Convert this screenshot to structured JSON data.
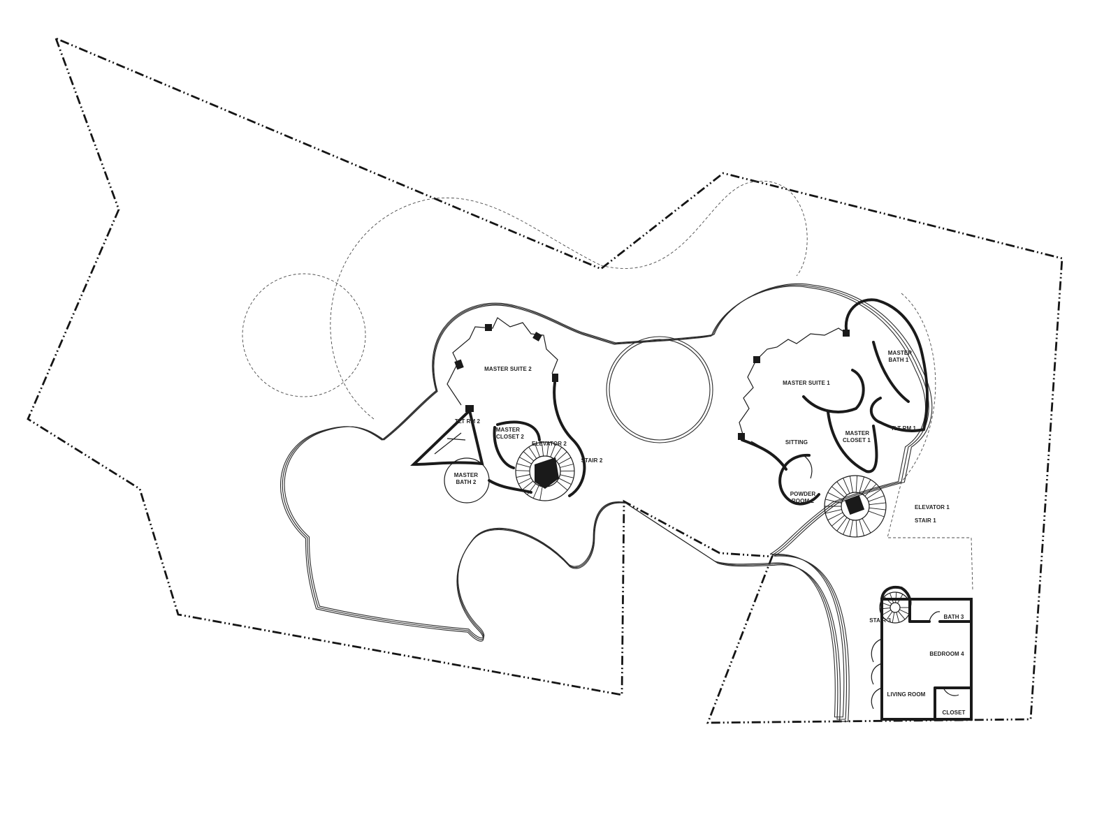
{
  "drawing": {
    "rooms": {
      "master_suite_2": "MASTER SUITE 2",
      "tlt_rm_2": "TLT RM 2",
      "master_closet_2_line1": "MASTER",
      "master_closet_2_line2": "CLOSET 2",
      "elevator_2": "ELEVATOR 2",
      "stair_2": "STAIR 2",
      "master_bath_2_line1": "MASTER",
      "master_bath_2_line2": "BATH 2",
      "master_suite_1": "MASTER SUITE 1",
      "master_bath_1_line1": "MASTER",
      "master_bath_1_line2": "BATH 1",
      "tlt_rm_1": "TLT RM 1",
      "master_closet_1_line1": "MASTER",
      "master_closet_1_line2": "CLOSET 1",
      "sitting": "SITTING",
      "powder_room_2_line1": "POWDER",
      "powder_room_2_line2": "ROOM 2",
      "elevator_1": "ELEVATOR 1",
      "stair_1": "STAIR 1",
      "stair_3": "STAIR 3",
      "bath_3": "BATH 3",
      "bedroom_4": "BEDROOM 4",
      "living_room": "LIVING ROOM",
      "closet": "CLOSET"
    },
    "colors": {
      "ink": "#1a1a1a",
      "paper": "#ffffff"
    }
  }
}
